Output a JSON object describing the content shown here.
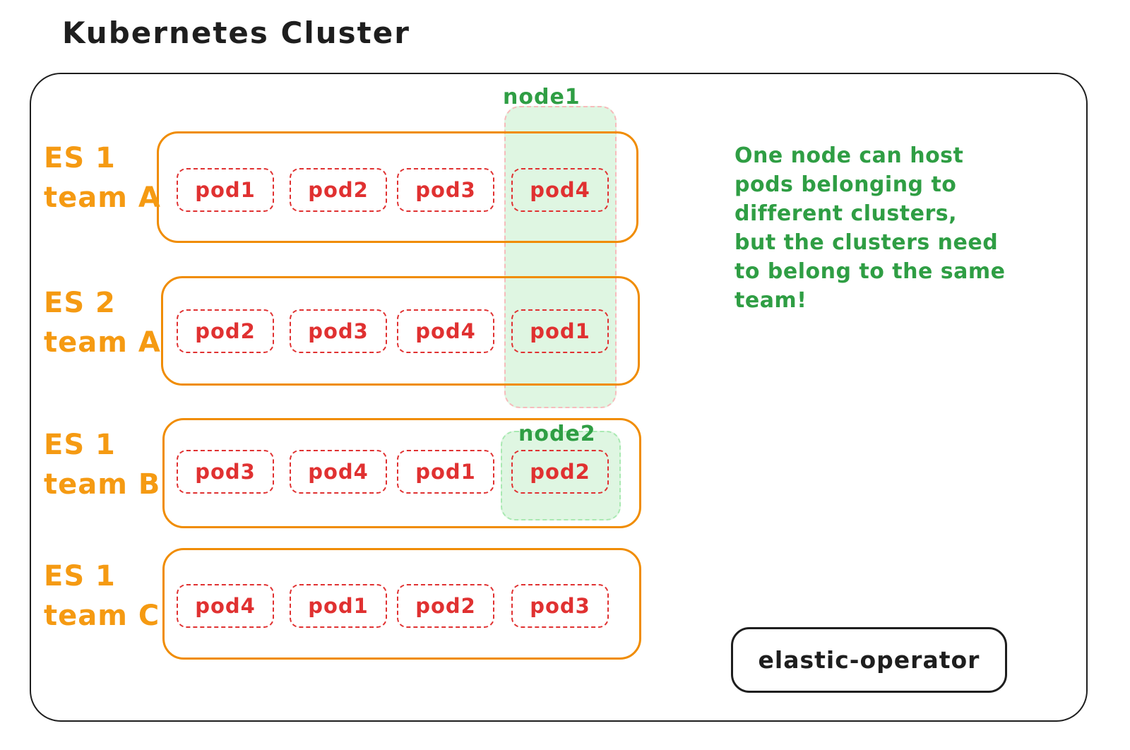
{
  "title": "Kubernetes Cluster",
  "colors": {
    "ink": "#1e1e1e",
    "cluster_orange": "#f08c00",
    "pod_red": "#e03131",
    "node_green_text": "#2f9e44",
    "node_fill": "#d3f9d8",
    "node1_border": "#ffc9c9",
    "node2_border": "#b2f2bb"
  },
  "diagram": {
    "rows": [
      {
        "es": "ES 1",
        "team": "team A",
        "pods": [
          "pod1",
          "pod2",
          "pod3",
          "pod4"
        ]
      },
      {
        "es": "ES 2",
        "team": "team A",
        "pods": [
          "pod2",
          "pod3",
          "pod4",
          "pod1"
        ]
      },
      {
        "es": "ES 1",
        "team": "team B",
        "pods": [
          "pod3",
          "pod4",
          "pod1",
          "pod2"
        ]
      },
      {
        "es": "ES 1",
        "team": "team C",
        "pods": [
          "pod4",
          "pod1",
          "pod2",
          "pod3"
        ]
      }
    ],
    "nodes": [
      {
        "label": "node1",
        "hosts": [
          "ES 1 team A / pod4",
          "ES 2 team A / pod1"
        ]
      },
      {
        "label": "node2",
        "hosts": [
          "ES 1 team B / pod2"
        ]
      }
    ],
    "annotation": "One node can host\npods belonging to\ndifferent clusters,\nbut the clusters need\nto belong to the same\nteam!",
    "operator_label": "elastic-operator"
  }
}
